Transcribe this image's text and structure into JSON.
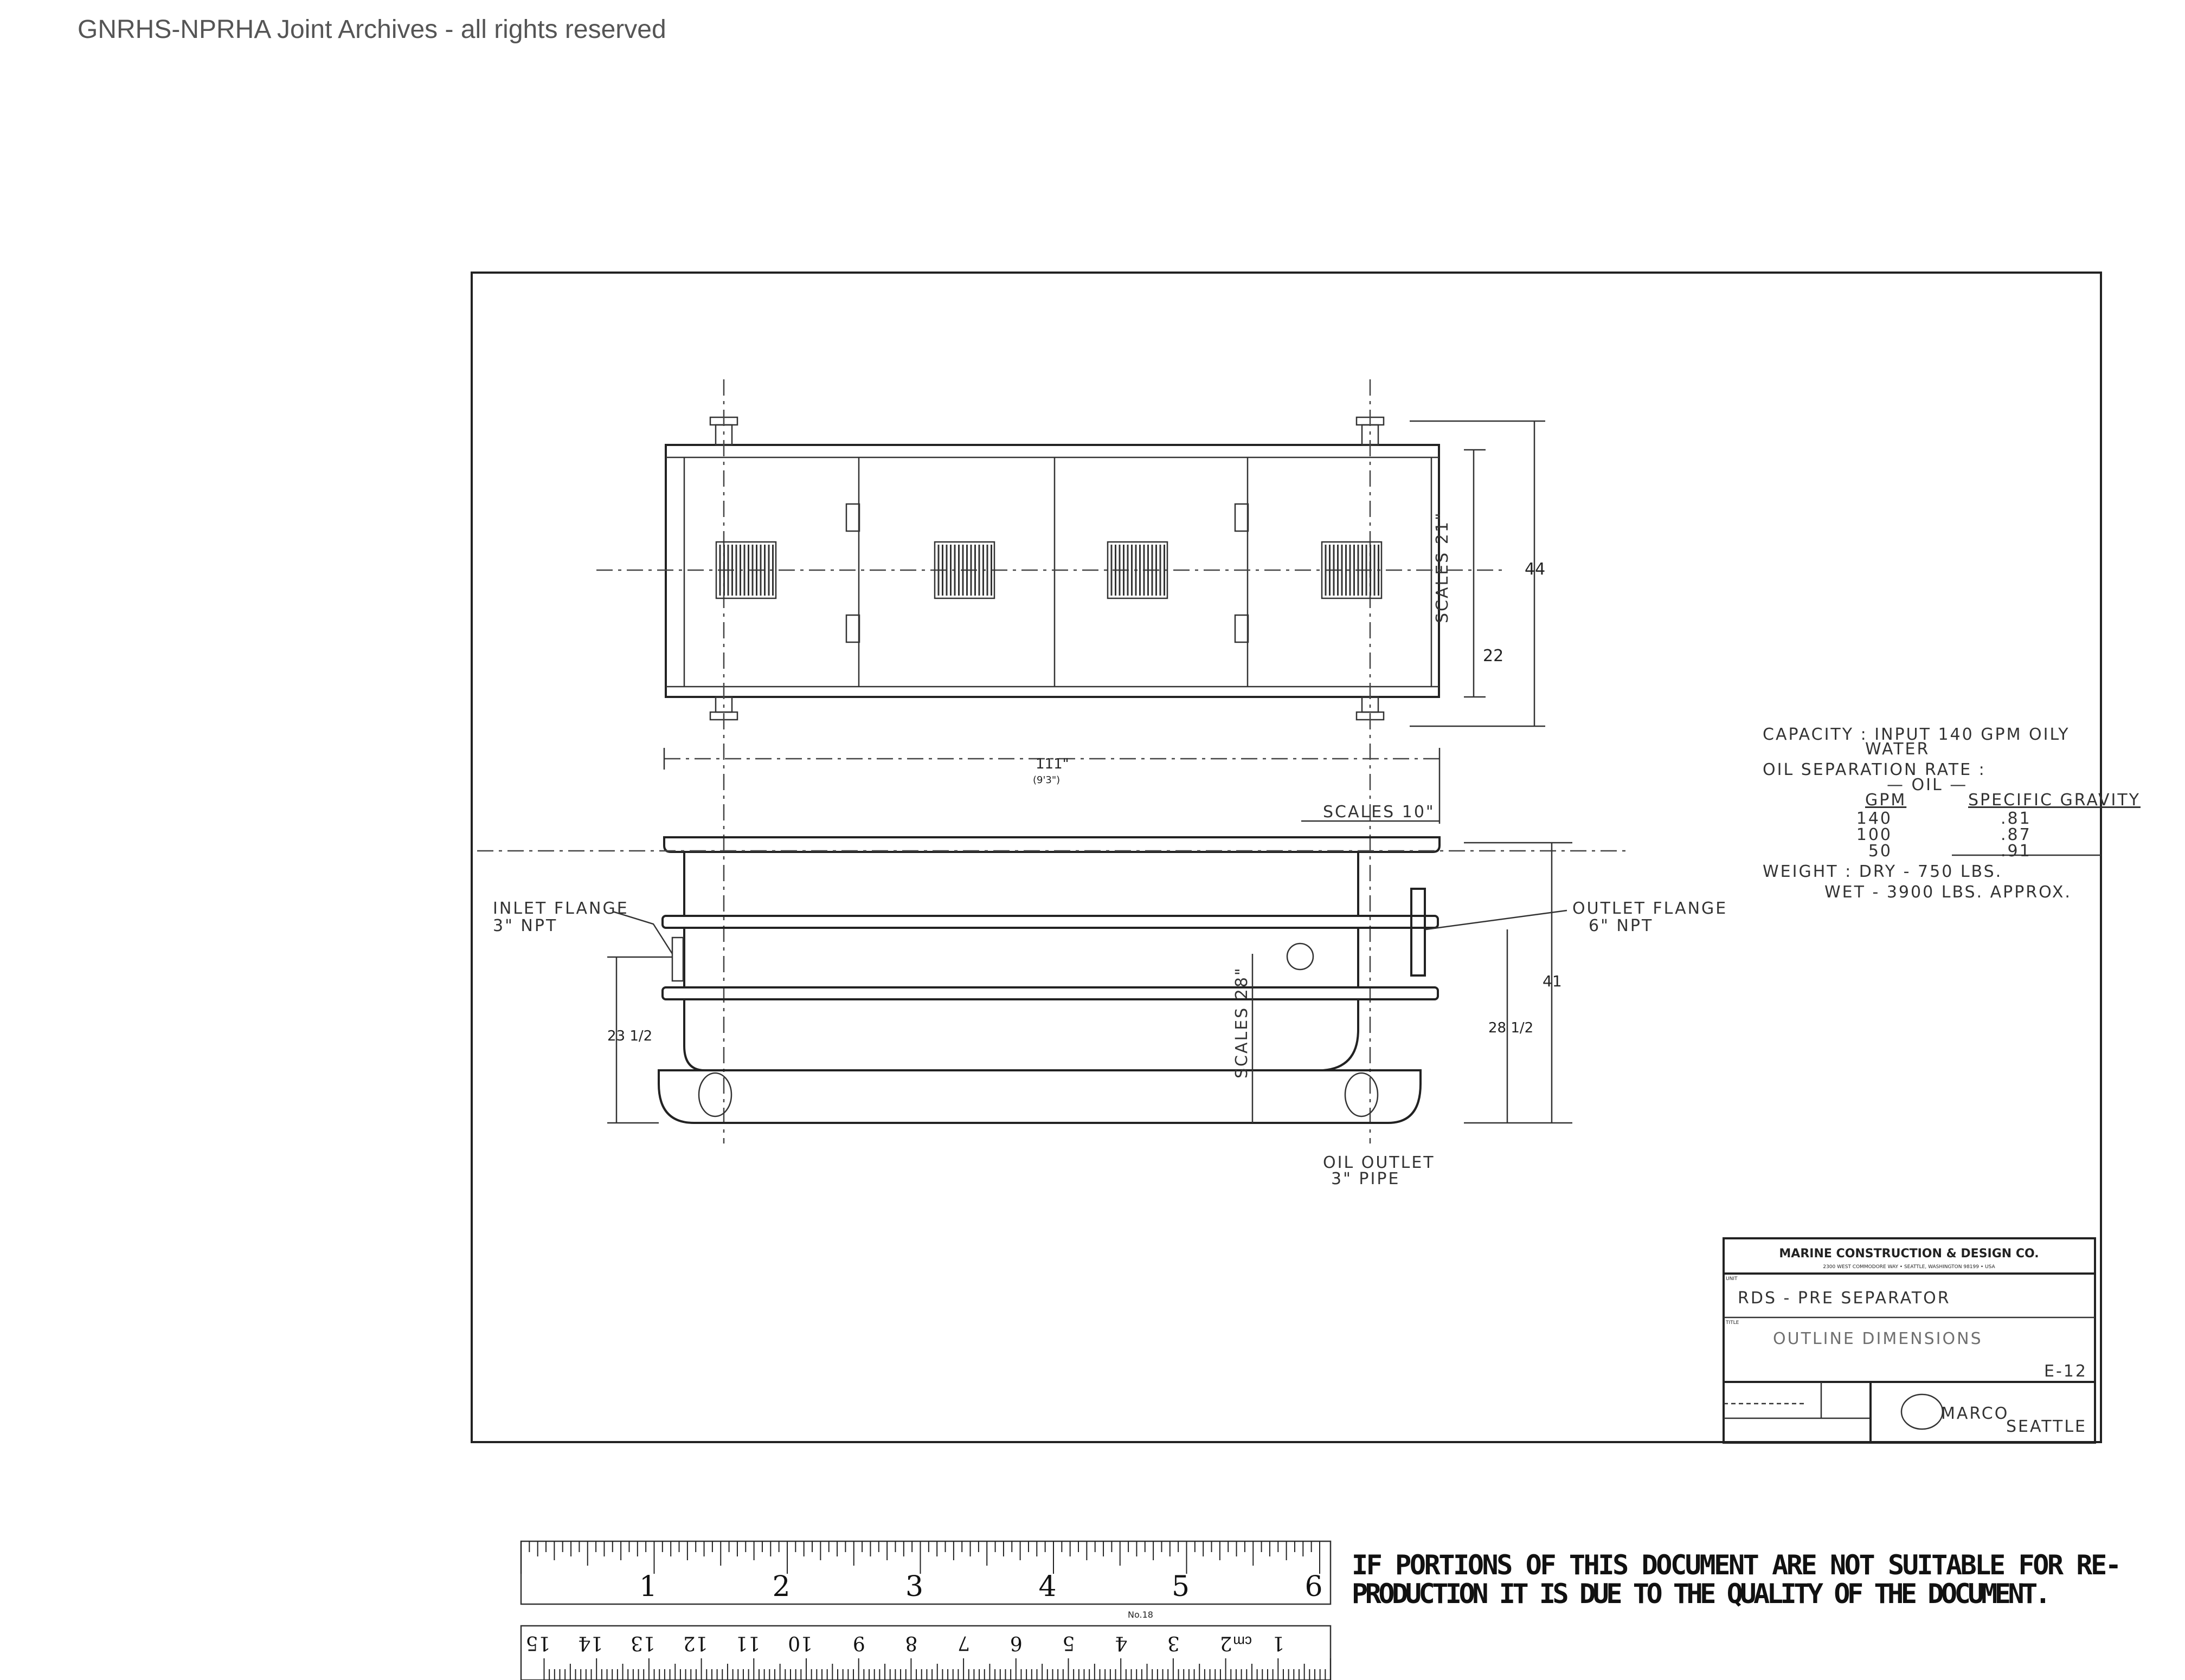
{
  "watermark": "GNRHS-NPRHA Joint Archives - all rights reserved",
  "drawing": {
    "top_view": {
      "dim_height": "44",
      "dim_center": "22",
      "dim_length": "111\"",
      "dim_length_ft": "(9'3\")",
      "scales_top": "SCALES 21\""
    },
    "side_view": {
      "inlet_label": "INLET FLANGE",
      "inlet_size": "3\" NPT",
      "outlet_label": "OUTLET FLANGE",
      "outlet_size": "6\" NPT",
      "oil_outlet_label": "OIL OUTLET",
      "oil_outlet_size": "3\" PIPE",
      "dim_total": "41",
      "dim_outlet": "28 1/2",
      "dim_inlet": "23 1/2",
      "scales_side": "SCALES 10\"",
      "scales_vert": "SCALES 28\""
    }
  },
  "specs": {
    "capacity": "CAPACITY : INPUT 140 GPM OILY",
    "capacity_2": "WATER",
    "oil_sep": "OIL SEPARATION RATE :",
    "oil_header": "— OIL —",
    "col_gpm": "GPM",
    "col_sg": "SPECIFIC GRAVITY",
    "rows": [
      {
        "gpm": "140",
        "sg": ".81"
      },
      {
        "gpm": "100",
        "sg": ".87"
      },
      {
        "gpm": "50",
        "sg": ".91"
      }
    ],
    "weight_dry": "WEIGHT :  DRY -  750 LBS.",
    "weight_wet": "WET - 3900 LBS.  APPROX."
  },
  "title_block": {
    "company": "MARINE CONSTRUCTION & DESIGN CO.",
    "address": "2300 WEST COMMODORE WAY • SEATTLE, WASHINGTON 98199 • USA",
    "unit_label": "UNIT",
    "unit": "RDS - PRE SEPARATOR",
    "title_label": "TITLE",
    "title": "OUTLINE DIMENSIONS",
    "sheet": "E-12",
    "logo": "MARCO",
    "logo_city": "SEATTLE"
  },
  "ruler": {
    "inch_labels": [
      "1",
      "2",
      "3",
      "4",
      "5",
      "6"
    ],
    "cm_labels": [
      "1",
      "2",
      "3",
      "4",
      "5",
      "6",
      "7",
      "8",
      "9",
      "10",
      "11",
      "12",
      "13",
      "14",
      "15"
    ],
    "cm_unit": "cm",
    "model": "No.18"
  },
  "notice": {
    "line1": "IF PORTIONS OF THIS DOCUMENT ARE NOT SUITABLE FOR RE-",
    "line2": "PRODUCTION IT IS DUE TO THE QUALITY OF THE DOCUMENT."
  }
}
